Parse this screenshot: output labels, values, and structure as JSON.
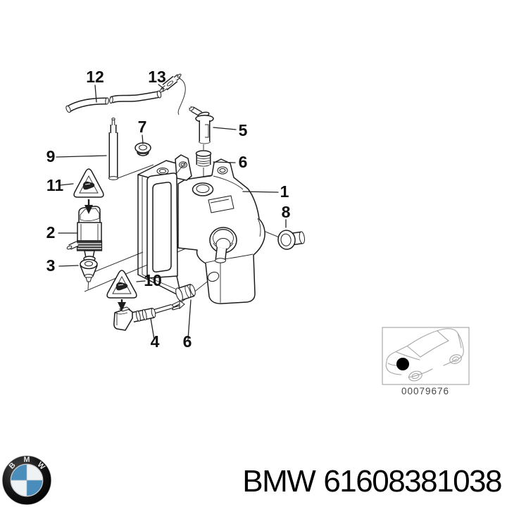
{
  "page": {
    "background": "#ffffff",
    "line_color": "#1c1c1c"
  },
  "callouts": [
    {
      "text": "12"
    },
    {
      "text": "13"
    },
    {
      "text": "7"
    },
    {
      "text": "5"
    },
    {
      "text": "9"
    },
    {
      "text": "6"
    },
    {
      "text": "1"
    },
    {
      "text": "11"
    },
    {
      "text": "8"
    },
    {
      "text": "2"
    },
    {
      "text": "3"
    },
    {
      "text": "10"
    },
    {
      "text": "4"
    },
    {
      "text": "6"
    }
  ],
  "thumbnail": {
    "caption": "00079676"
  },
  "footer": {
    "brand": "BMW",
    "part_number": "61608381038"
  },
  "logo": {
    "letters": [
      "B",
      "M",
      "W"
    ],
    "blue": "#4b8dba",
    "ring": "#111111"
  }
}
